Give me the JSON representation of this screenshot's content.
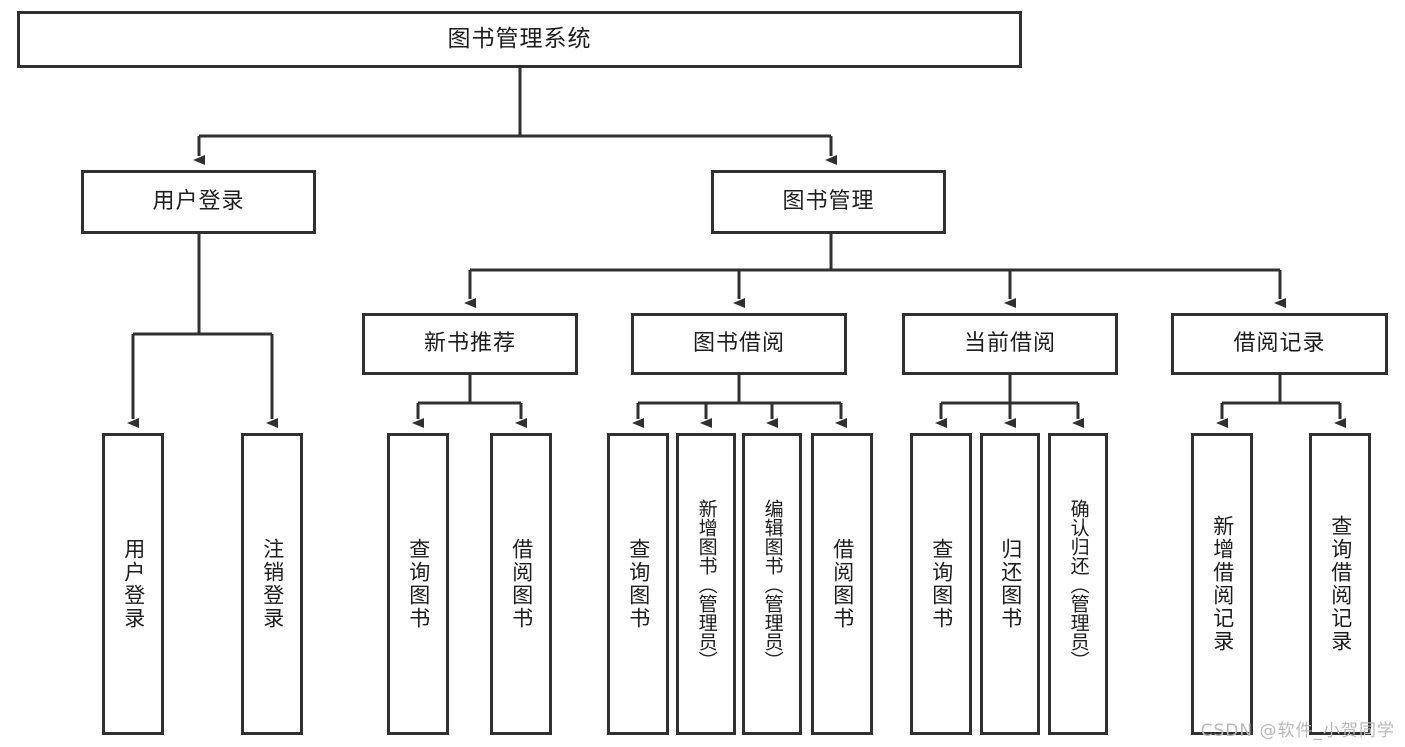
{
  "diagram": {
    "type": "tree-hierarchy",
    "title": "图书管理系统",
    "watermark": "CSDN @软件_小贺同学",
    "colors": {
      "border": "#303030",
      "background": "#ffffff",
      "text": "#1d1d1d",
      "watermark": "#b9b9b9"
    },
    "levels": {
      "root": {
        "label": "图书管理系统"
      },
      "level2": [
        {
          "label": "用户登录"
        },
        {
          "label": "图书管理"
        }
      ],
      "level3": [
        {
          "label": "新书推荐"
        },
        {
          "label": "图书借阅"
        },
        {
          "label": "当前借阅"
        },
        {
          "label": "借阅记录"
        }
      ],
      "leaves": [
        {
          "label": "用户登录",
          "parent": "用户登录"
        },
        {
          "label": "注销登录",
          "parent": "用户登录"
        },
        {
          "label": "查询图书",
          "parent": "新书推荐"
        },
        {
          "label": "借阅图书",
          "parent": "新书推荐"
        },
        {
          "label": "查询图书",
          "parent": "图书借阅"
        },
        {
          "label": "新增图书（管理员）",
          "parent": "图书借阅"
        },
        {
          "label": "编辑图书（管理员）",
          "parent": "图书借阅"
        },
        {
          "label": "借阅图书",
          "parent": "图书借阅"
        },
        {
          "label": "查询图书",
          "parent": "当前借阅"
        },
        {
          "label": "归还图书",
          "parent": "当前借阅"
        },
        {
          "label": "确认归还（管理员）",
          "parent": "当前借阅"
        },
        {
          "label": "新增借阅记录",
          "parent": "借阅记录"
        },
        {
          "label": "查询借阅记录",
          "parent": "借阅记录"
        }
      ]
    }
  }
}
